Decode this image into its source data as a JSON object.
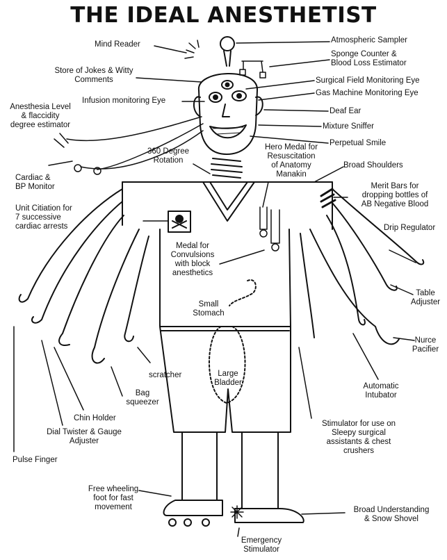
{
  "title": "THE IDEAL ANESTHETIST",
  "labels": {
    "mind_reader": "Mind Reader",
    "atmospheric_sampler": "Atmospheric Sampler",
    "sponge_counter": "Sponge Counter &\nBlood Loss Estimator",
    "jokes": "Store of Jokes & Witty\nComments",
    "surgical_eye": "Surgical Field Monitoring Eye",
    "gas_eye": "Gas Machine Monitoring Eye",
    "infusion_eye": "Infusion monitoring Eye",
    "anesthesia_level": "Anesthesia Level\n& flaccidity\ndegree estimator",
    "deaf_ear": "Deaf Ear",
    "mixture_sniffer": "Mixture Sniffer",
    "perpetual_smile": "Perpetual Smile",
    "rotation": "360 Degree\nRotation",
    "hero_medal": "Hero Medal for\nResuscitation\nof Anatomy\nManakin",
    "broad_shoulders": "Broad Shoulders",
    "cardiac_monitor": "Cardiac &\nBP Monitor",
    "merit_bars": "Merit Bars for\ndropping bottles of\nAB Negative Blood",
    "unit_citation": "Unit Citiation for\n7 successive\ncardiac arrests",
    "drip_regulator": "Drip Regulator",
    "convulsion_medal": "Medal for\nConvulsions\nwith block\nanesthetics",
    "table_adjuster": "Table\nAdjuster",
    "small_stomach": "Small\nStomach",
    "nurse_pacifier": "Nurce\nPacifier",
    "scratcher": "scratcher",
    "bag_squeezer": "Bag\nsqueezer",
    "large_bladder": "Large\nBladder",
    "automatic_intubator": "Automatic\nIntubator",
    "chin_holder": "Chin Holder",
    "dial_twister": "Dial Twister & Gauge\nAdjuster",
    "stimulator": "Stimulator for use on\nSleepy surgical\nassistants & chest\ncrushers",
    "pulse_finger": "Pulse Finger",
    "free_wheeling": "Free wheeling\nfoot for fast\nmovement",
    "broad_understanding": "Broad Understanding\n& Snow Shovel",
    "emergency_stimulator": "Emergency\nStimulator"
  }
}
